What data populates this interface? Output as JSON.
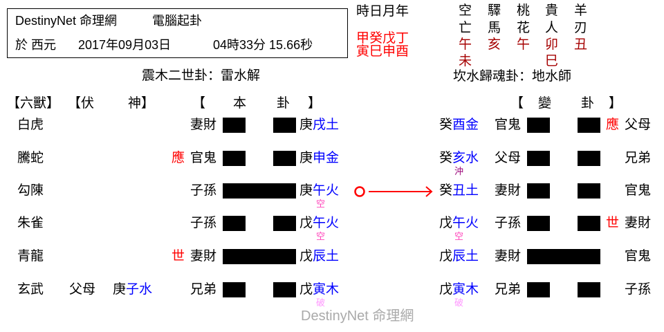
{
  "header": {
    "site_name": "DestinyNet 命理網",
    "title": "電腦起卦",
    "date_prefix": "於 西元",
    "date": "2017年09月03日",
    "time": "04時33分 15.66秒"
  },
  "four_pillars": {
    "label": "時日月年",
    "stems": "甲癸戊丁",
    "branches": "寅巳申酉"
  },
  "shensha": {
    "columns": [
      {
        "name_top": "空",
        "name_bottom": "亡",
        "values": [
          "午",
          "未"
        ]
      },
      {
        "name_top": "驛",
        "name_bottom": "馬",
        "values": [
          "亥"
        ]
      },
      {
        "name_top": "桃",
        "name_bottom": "花",
        "values": [
          "午"
        ]
      },
      {
        "name_top": "貴",
        "name_bottom": "人",
        "values": [
          "卯",
          "巳"
        ]
      },
      {
        "name_top": "羊",
        "name_bottom": "刃",
        "values": [
          "丑"
        ]
      }
    ]
  },
  "column_headers": {
    "six_beasts": "【六獸】",
    "fushen_open": "【伏",
    "fushen_close": "神】",
    "ben_open": "【",
    "ben_label1": "本",
    "ben_label2": "卦",
    "ben_close": "】",
    "bian_open": "【",
    "bian_label1": "變",
    "bian_label2": "卦",
    "bian_close": "】"
  },
  "ben_gua": {
    "title": "震木二世卦：雷水解",
    "rows": [
      {
        "six_beast": "白虎",
        "fushen_relation": "",
        "fushen_stem": "",
        "fushen_branch": "",
        "mark": "",
        "relation": "妻財",
        "line": "yin",
        "stem": "庚",
        "branch": "戌土",
        "note": "",
        "note_type": ""
      },
      {
        "six_beast": "騰蛇",
        "fushen_relation": "",
        "fushen_stem": "",
        "fushen_branch": "",
        "mark": "應",
        "relation": "官鬼",
        "line": "yin",
        "stem": "庚",
        "branch": "申金",
        "note": "",
        "note_type": ""
      },
      {
        "six_beast": "勾陳",
        "fushen_relation": "",
        "fushen_stem": "",
        "fushen_branch": "",
        "mark": "",
        "relation": "子孫",
        "line": "yang",
        "stem": "庚",
        "branch": "午火",
        "note": "空",
        "note_type": "kong"
      },
      {
        "six_beast": "朱雀",
        "fushen_relation": "",
        "fushen_stem": "",
        "fushen_branch": "",
        "mark": "",
        "relation": "子孫",
        "line": "yin",
        "stem": "戊",
        "branch": "午火",
        "note": "空",
        "note_type": "kong"
      },
      {
        "six_beast": "青龍",
        "fushen_relation": "",
        "fushen_stem": "",
        "fushen_branch": "",
        "mark": "世",
        "relation": "妻財",
        "line": "yang",
        "stem": "戊",
        "branch": "辰土",
        "note": "",
        "note_type": ""
      },
      {
        "six_beast": "玄武",
        "fushen_relation": "父母",
        "fushen_stem": "庚",
        "fushen_branch": "子水",
        "mark": "",
        "relation": "兄弟",
        "line": "yin",
        "stem": "戊",
        "branch": "寅木",
        "note": "破",
        "note_type": "po"
      }
    ]
  },
  "bian_gua": {
    "title": "坎水歸魂卦：地水師",
    "rows": [
      {
        "stem": "癸",
        "branch": "酉金",
        "note": "",
        "note_type": "",
        "relation": "官鬼",
        "line": "yin",
        "mark": "應",
        "palace_relation": "父母"
      },
      {
        "stem": "癸",
        "branch": "亥水",
        "note": "沖",
        "note_type": "chong",
        "relation": "父母",
        "line": "yin",
        "mark": "",
        "palace_relation": "兄弟"
      },
      {
        "stem": "癸",
        "branch": "丑土",
        "note": "",
        "note_type": "",
        "relation": "妻財",
        "line": "yin",
        "mark": "",
        "palace_relation": "官鬼"
      },
      {
        "stem": "戊",
        "branch": "午火",
        "note": "空",
        "note_type": "kong",
        "relation": "子孫",
        "line": "yin",
        "mark": "世",
        "palace_relation": "妻財"
      },
      {
        "stem": "戊",
        "branch": "辰土",
        "note": "",
        "note_type": "",
        "relation": "妻財",
        "line": "yang",
        "mark": "",
        "palace_relation": "官鬼"
      },
      {
        "stem": "戊",
        "branch": "寅木",
        "note": "破",
        "note_type": "po",
        "relation": "兄弟",
        "line": "yin",
        "mark": "",
        "palace_relation": "子孫"
      }
    ]
  },
  "icons": {
    "moving_line_marker": "circle-icon",
    "change_arrow": "arrow-right-icon"
  },
  "watermark": "DestinyNet 命理網",
  "colors": {
    "text": "#000000",
    "branch_element": "#0000ff",
    "shi_ying_mark": "#ff0000",
    "pillars": "#ff0000",
    "shensha_branch": "#a50000",
    "note_kong": "#ff44bb",
    "note_po": "#ff99ff",
    "note_chong": "#990077",
    "moving_marker": "#ff0000",
    "watermark": "#aaaaaa"
  }
}
